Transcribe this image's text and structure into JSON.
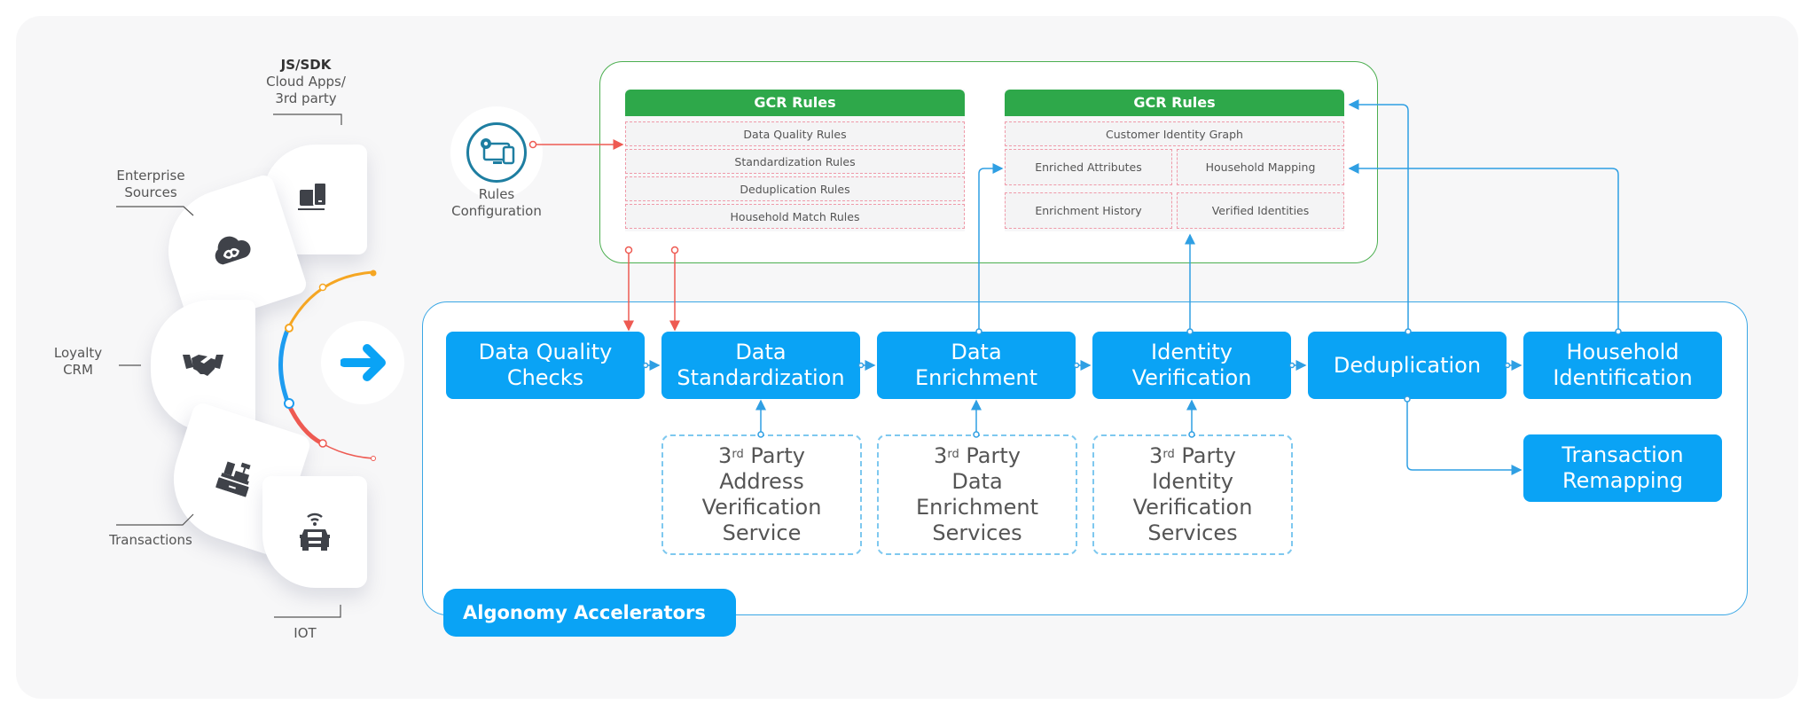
{
  "sources": [
    {
      "id": "js-sdk",
      "title": "JS/SDK",
      "label": "Cloud Apps/ 3rd party",
      "icon": "devices-icon"
    },
    {
      "id": "enterprise",
      "label": "Enterprise Sources",
      "icon": "cloud-infinity-icon"
    },
    {
      "id": "loyalty",
      "label": "Loyalty CRM",
      "icon": "handshake-icon"
    },
    {
      "id": "transactions",
      "label": "Transactions",
      "icon": "cash-register-icon"
    },
    {
      "id": "iot",
      "label": "IOT",
      "icon": "connected-car-icon"
    }
  ],
  "source_labels": {
    "js_sdk_title": "JS/SDK",
    "js_sdk_line1": "Cloud Apps/",
    "js_sdk_line2": "3rd party",
    "enterprise_line1": "Enterprise",
    "enterprise_line2": "Sources",
    "loyalty_line1": "Loyalty",
    "loyalty_line2": "CRM",
    "transactions": "Transactions",
    "iot": "IOT"
  },
  "rules_configuration": {
    "line1": "Rules",
    "line2": "Configuration",
    "icon": "settings-devices-icon"
  },
  "gcr_rules_left": {
    "title": "GCR Rules",
    "rows": [
      "Data Quality Rules",
      "Standardization Rules",
      "Deduplication Rules",
      "Household Match Rules"
    ]
  },
  "gcr_rules_right": {
    "title": "GCR Rules",
    "top": "Customer Identity Graph",
    "cells": [
      "Enriched Attributes",
      "Household Mapping",
      "Enrichment History",
      "Verified Identities"
    ]
  },
  "pipeline": {
    "steps": [
      {
        "line1": "Data Quality",
        "line2": "Checks"
      },
      {
        "line1": "Data",
        "line2": "Standardization"
      },
      {
        "line1": "Data",
        "line2": "Enrichment"
      },
      {
        "line1": "Identity",
        "line2": "Verification"
      },
      {
        "line1": "Deduplication",
        "line2": ""
      },
      {
        "line1": "Household",
        "line2": "Identification"
      }
    ],
    "transaction_remapping": {
      "line1": "Transaction",
      "line2": "Remapping"
    },
    "services": [
      {
        "ord": "3",
        "sup": "rd",
        "l1": "Party",
        "l2": "Address",
        "l3": "Verification",
        "l4": "Service"
      },
      {
        "ord": "3",
        "sup": "rd",
        "l1": "Party",
        "l2": "Data",
        "l3": "Enrichment",
        "l4": "Services"
      },
      {
        "ord": "3",
        "sup": "rd",
        "l1": "Party",
        "l2": "Identity",
        "l3": "Verification",
        "l4": "Services"
      }
    ]
  },
  "accelerators_label": "Algonomy Accelerators",
  "colors": {
    "primary_blue": "#0aa3f5",
    "gcr_green": "#2ea84a",
    "rules_red": "#ee5a52",
    "arc_orange": "#f5a623",
    "icon_dark": "#3f4249"
  }
}
